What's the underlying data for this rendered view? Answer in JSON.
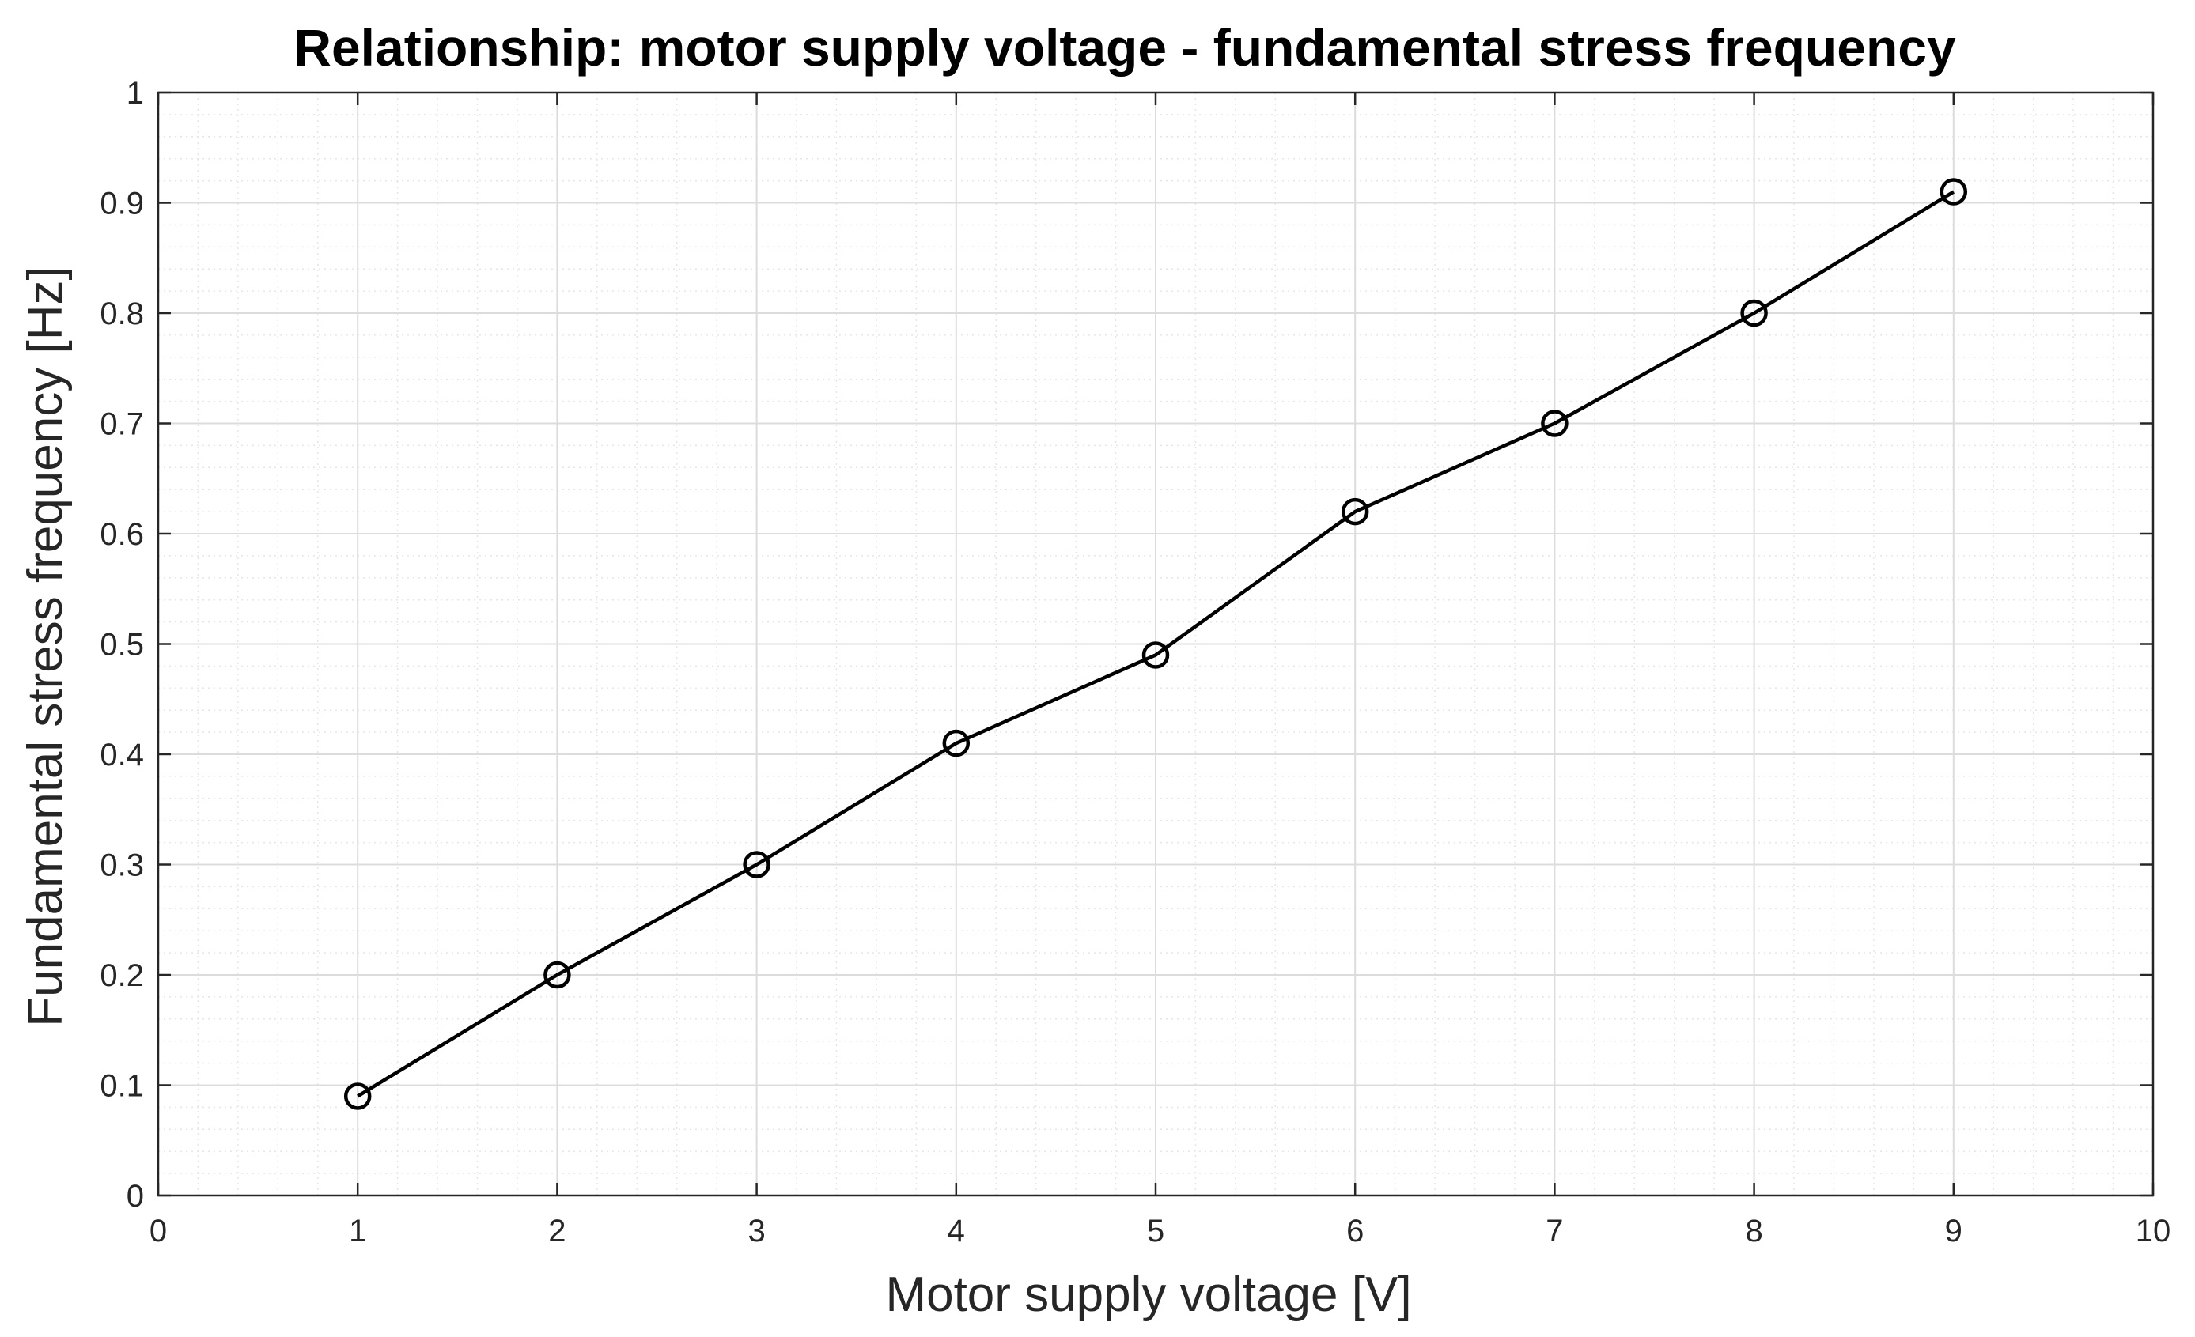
{
  "chart_data": {
    "type": "line",
    "title": "Relationship: motor supply voltage - fundamental stress frequency",
    "xlabel": "Motor supply voltage [V]",
    "ylabel": "Fundamental stress frequency [Hz]",
    "xlim": [
      0,
      10
    ],
    "ylim": [
      0,
      1
    ],
    "x_ticks": [
      0,
      1,
      2,
      3,
      4,
      5,
      6,
      7,
      8,
      9,
      10
    ],
    "x_tick_labels": [
      "0",
      "1",
      "2",
      "3",
      "4",
      "5",
      "6",
      "7",
      "8",
      "9",
      "10"
    ],
    "y_ticks": [
      0,
      0.1,
      0.2,
      0.3,
      0.4,
      0.5,
      0.6,
      0.7,
      0.8,
      0.9,
      1
    ],
    "y_tick_labels": [
      "0",
      "0.1",
      "0.2",
      "0.3",
      "0.4",
      "0.5",
      "0.6",
      "0.7",
      "0.8",
      "0.9",
      "1"
    ],
    "grid": true,
    "minor_grid": true,
    "legend": false,
    "series": [
      {
        "x": [
          1,
          2,
          3,
          4,
          5,
          6,
          7,
          8,
          9
        ],
        "y": [
          0.09,
          0.2,
          0.3,
          0.41,
          0.49,
          0.62,
          0.7,
          0.8,
          0.91
        ],
        "marker": "circle",
        "color": "#000000"
      }
    ]
  },
  "colors": {
    "line": "#000000",
    "major_grid": "#dcdcdc",
    "minor_grid": "#e6e6e6",
    "axes": "#262626",
    "background": "#ffffff"
  }
}
